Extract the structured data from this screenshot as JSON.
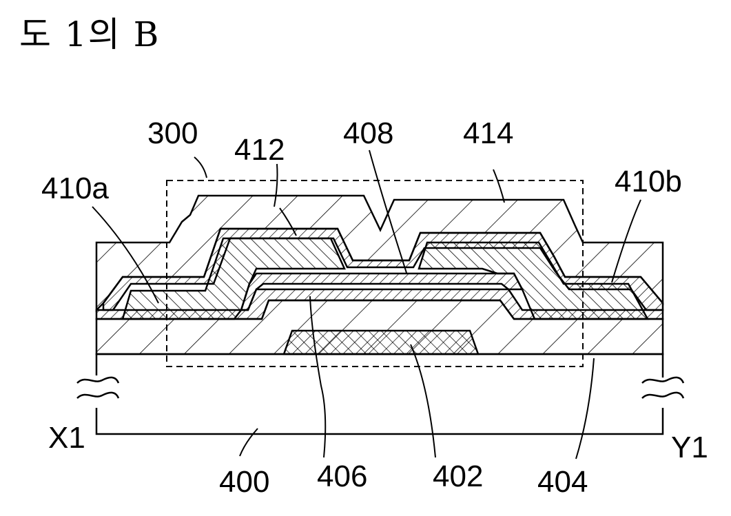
{
  "figure": {
    "title": "도 1의 B"
  },
  "labels": {
    "region_300": "300",
    "electrode_410a": "410a",
    "layer_412": "412",
    "layer_408": "408",
    "layer_414": "414",
    "electrode_410b": "410b",
    "end_x1": "X1",
    "end_y1": "Y1",
    "substrate_400": "400",
    "insulator_406": "406",
    "gate_402": "402",
    "layer_404": "404"
  }
}
